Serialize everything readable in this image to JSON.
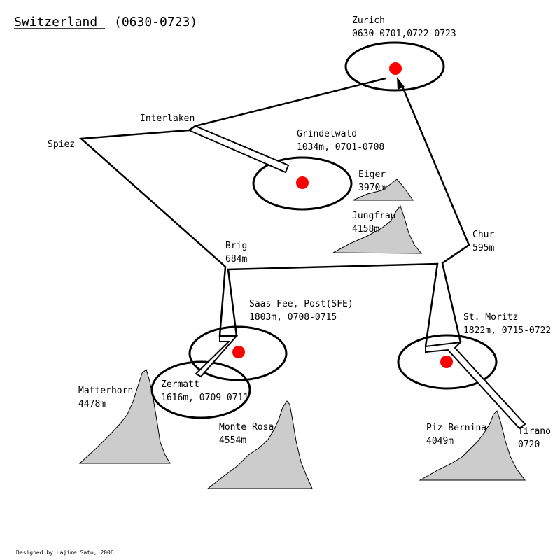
{
  "title": {
    "main": "Switzerland",
    "dates": "(0630-0723)"
  },
  "credit": "Designed by Hajime Sato, 2006",
  "colors": {
    "stop_dot": "#ff0000",
    "mountain_fill": "#cccccc",
    "line": "#000000",
    "background": "#ffffff"
  },
  "stops": {
    "zurich": {
      "name": "Zurich",
      "dates": "0630-0701,0722-0723"
    },
    "grindelwald": {
      "name": "Grindelwald",
      "info": "1034m, 0701-0708"
    },
    "saas_fee": {
      "name": "Saas Fee, Post(SFE)",
      "info": "1803m, 0708-0715"
    },
    "zermatt": {
      "name": "Zermatt",
      "info": "1616m, 0709-0711"
    },
    "st_moritz": {
      "name": "St. Moritz",
      "info": "1822m, 0715-0722"
    }
  },
  "towns": {
    "interlaken": {
      "name": "Interlaken"
    },
    "spiez": {
      "name": "Spiez"
    },
    "brig": {
      "name": "Brig",
      "info": "684m"
    },
    "chur": {
      "name": "Chur",
      "info": "595m"
    },
    "tirano": {
      "name": "Tirano",
      "info": "0720"
    }
  },
  "mountains": {
    "eiger": {
      "name": "Eiger",
      "height": "3970m"
    },
    "jungfrau": {
      "name": "Jungfrau",
      "height": "4158m"
    },
    "matterhorn": {
      "name": "Matterhorn",
      "height": "4478m"
    },
    "monte_rosa": {
      "name": "Monte Rosa",
      "height": "4554m"
    },
    "piz_bernina": {
      "name": "Piz Bernina",
      "height": "4049m"
    }
  }
}
